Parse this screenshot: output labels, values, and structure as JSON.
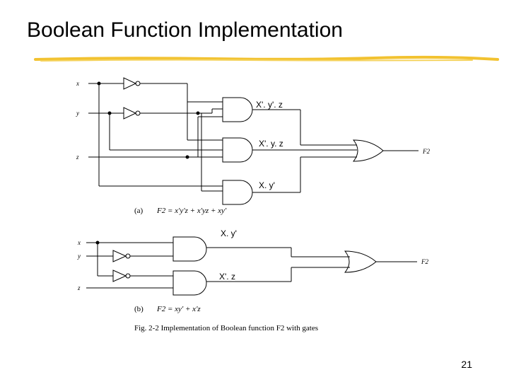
{
  "slide": {
    "title": "Boolean Function Implementation",
    "page_number": "21"
  },
  "circuit_a": {
    "inputs": [
      "x",
      "y",
      "z"
    ],
    "output": "F2",
    "term_labels": [
      "X'. y'. z",
      "X'. y. z",
      "X. y'"
    ],
    "caption_tag": "(a)",
    "equation": "F2 = x'y'z + x'yz + xy'"
  },
  "circuit_b": {
    "inputs": [
      "x",
      "y",
      "z"
    ],
    "output": "F2",
    "term_labels": [
      "X. y'",
      "X'. z"
    ],
    "caption_tag": "(b)",
    "equation": "F2 = xy' + x'z"
  },
  "figure_caption": "Fig. 2-2  Implementation of Boolean function F2 with gates",
  "colors": {
    "accent_underline": "#f2c230",
    "wire": "#000000",
    "wire_light": "#888888"
  }
}
